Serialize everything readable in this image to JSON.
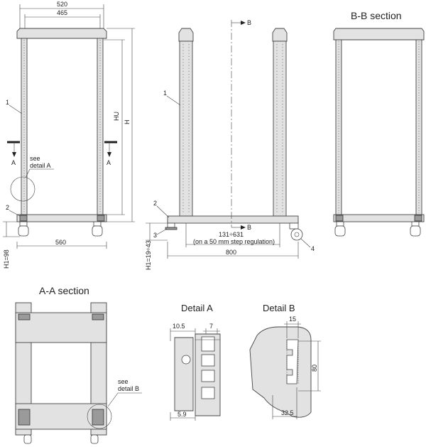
{
  "front_view": {
    "dim_width_outer": "520",
    "dim_width_inner": "465",
    "dim_depth": "560",
    "label_hu": "HU",
    "label_h": "H",
    "label_h1": "H1=98",
    "callout_1": "1",
    "callout_2": "2",
    "section_mark": "A",
    "detail_note_line1": "see",
    "detail_note_line2": "detail A"
  },
  "side_view": {
    "section_mark": "B",
    "dim_range": "131÷631",
    "dim_range_note": "(on a 50 mm step regulation)",
    "dim_length": "800",
    "label_h1": "H1=19÷43",
    "callout_1": "1",
    "callout_2": "2",
    "callout_3": "3",
    "callout_4": "4"
  },
  "section_bb": {
    "title": "B-B section"
  },
  "section_aa": {
    "title": "A-A section",
    "detail_note_line1": "see",
    "detail_note_line2": "detail B"
  },
  "detail_a": {
    "title": "Detail A",
    "dim_10_5": "10.5",
    "dim_7": "7",
    "dim_5_9": "5.9"
  },
  "detail_b": {
    "title": "Detail B",
    "dim_15": "15",
    "dim_80": "80",
    "dim_32_5": "32.5"
  }
}
